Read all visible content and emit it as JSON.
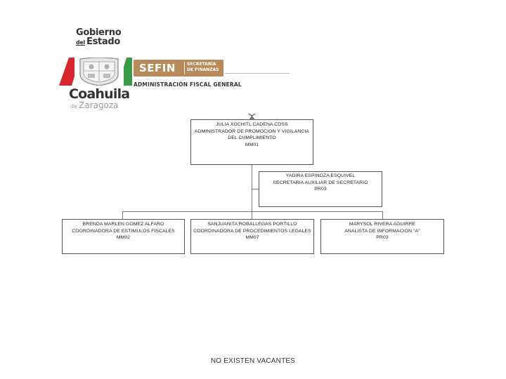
{
  "logo": {
    "line1": "Gobierno",
    "del": "del",
    "estado": "Estado",
    "sefin": "SEFIN",
    "sefin_sub_1": "SECRETARÍA",
    "sefin_sub_2": "DE FINANZAS",
    "admin": "ADMINISTRACIÓN FISCAL GENERAL",
    "coahuila": "Coahuila",
    "de": "de",
    "zaragoza": "Zaragoza",
    "colors": {
      "red": "#d7262e",
      "green": "#3a9a45",
      "brown": "#b88a5a"
    }
  },
  "org": {
    "head": {
      "name": "JULIA XOCHITL CADENA COSS",
      "title_1": "ADMINISTRADOR DE PROMOCION Y VIGILANCIA",
      "title_2": "DEL CUMPLIMIENTO",
      "code": "MM01"
    },
    "assistant": {
      "name": "YADIRA ESPINOZA ESQUIVEL",
      "title": "SECRETARIA AUXILIAR DE SECRETARIO",
      "code": "PR03"
    },
    "children": [
      {
        "name": "BRENDA MARLEN GOMEZ ALFARO",
        "title": "COORDINADORA DE ESTIMULOS FISCALES",
        "code": "MM02"
      },
      {
        "name": "SANJUANITA ROBALLEGAS PORTILLO",
        "title": "COORDINADORA DE PROCEDIMIENTOS LEGALES",
        "code": "MM07"
      },
      {
        "name": "MARYSOL RIVERA AGUIRRE",
        "title": "ANALISTA DE INFORMACION \"A\"",
        "code": "PR03"
      }
    ]
  },
  "footer": "NO EXISTEN VACANTES"
}
